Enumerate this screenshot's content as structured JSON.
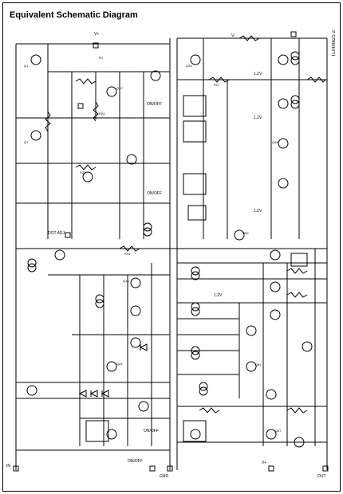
{
  "title": "Equivalent Schematic Diagram",
  "doc_id": "TL/H/8621-2",
  "labels": {
    "dotadj_left": "DOT ADJ.",
    "vplus_top": "V+",
    "vplus_bottom": "V+",
    "vminus": "V-",
    "out_left": "IN",
    "out_right": "OUT",
    "on_off_1": "ON/OFF",
    "on_off_2": "ON/OFF",
    "on_off_3": "ON/OFF",
    "on_off_4": "ON/OFF",
    "v12_a": "1.2V",
    "v12_b": "1.2V",
    "v12_c": "1.2V",
    "v12_d": "1.2V",
    "pin_gnd": "GND",
    "r_top": "R1",
    "r_a": "R24",
    "r_b": "R31",
    "r_c": "R27",
    "r_d": "R19",
    "q_a": "Q1",
    "q_b": "Q7",
    "q_c": "Q12",
    "q_d": "Q18",
    "q_e": "Q24",
    "q_f": "Q33",
    "q_g": "Q45",
    "q_h": "Q52",
    "q_i": "Q61",
    "q_j": "Q67"
  },
  "colors": {
    "line": "#000000",
    "background": "#ffffff"
  }
}
